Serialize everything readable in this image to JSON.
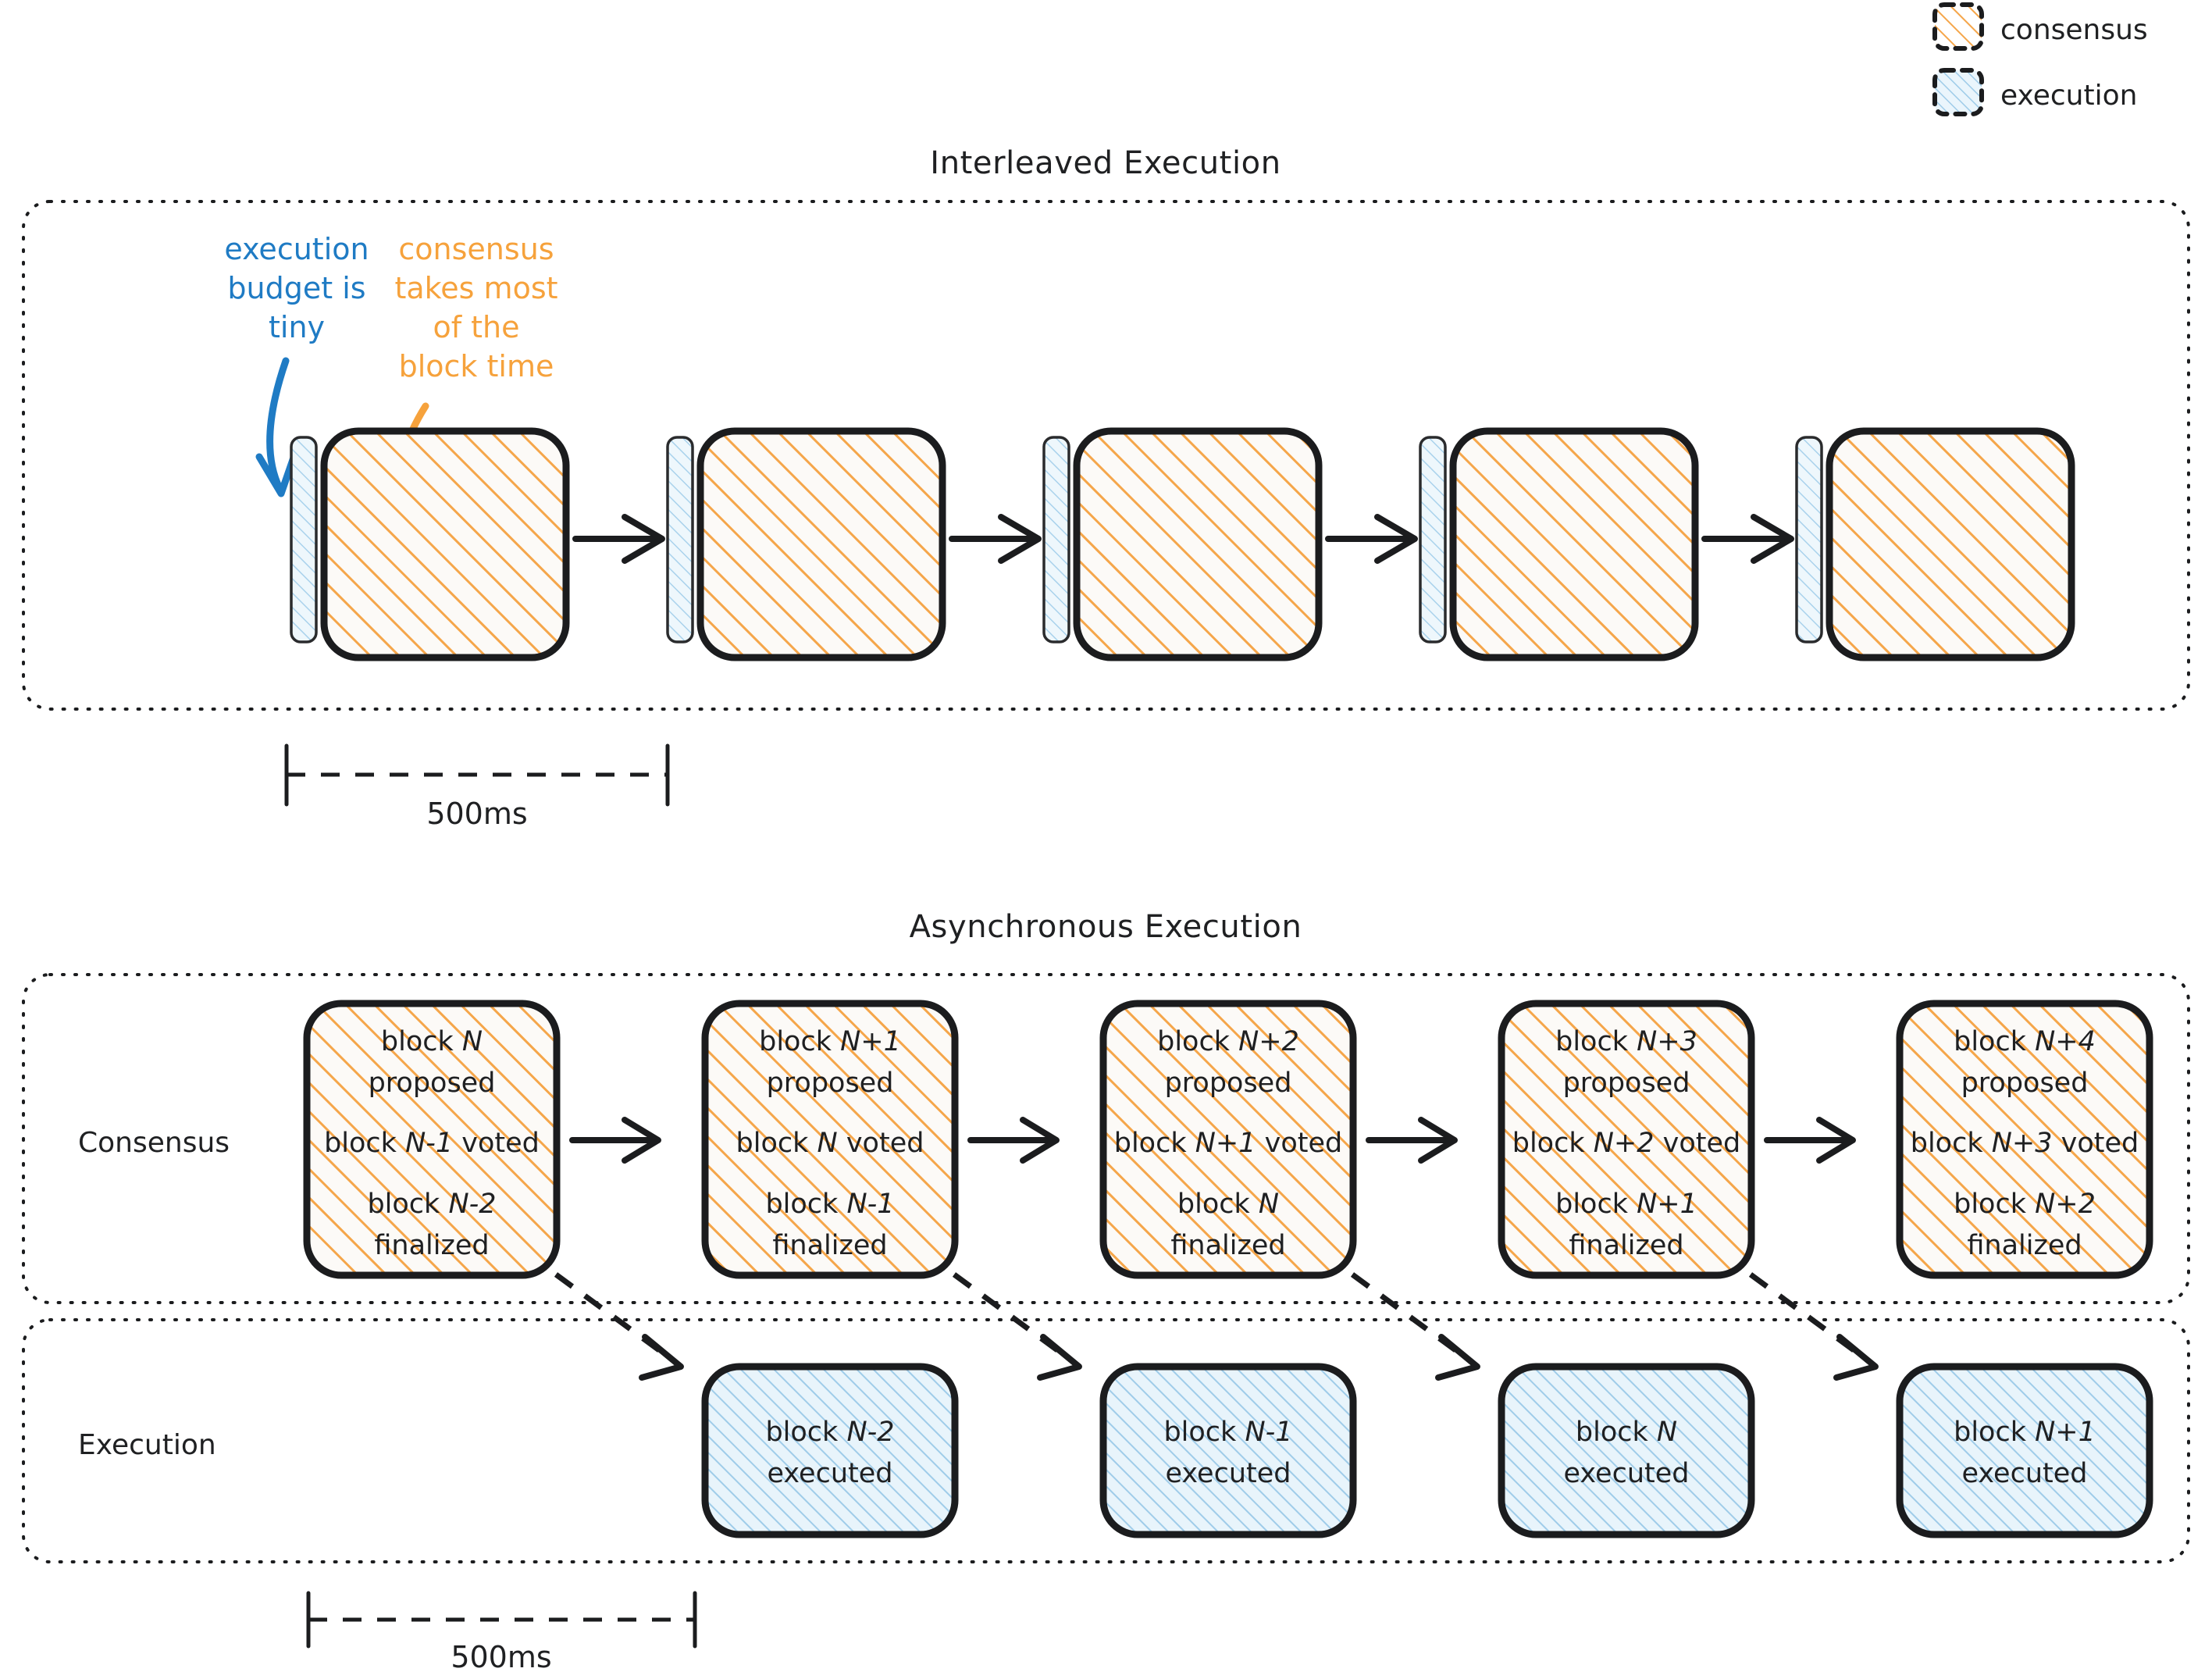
{
  "legend": {
    "items": [
      {
        "key": "consensus",
        "label": "consensus",
        "color": "#f5a64a",
        "fill": "#fdf6ee",
        "swatch": "consensus-swatch"
      },
      {
        "key": "execution",
        "label": "execution",
        "color": "#9fcce9",
        "fill": "#e8f4fb",
        "swatch": "execution-swatch"
      }
    ]
  },
  "colors": {
    "consensus_hatch": "#f5a64a",
    "consensus_fill": "#fcfaf7",
    "execution_hatch": "#9fcce9",
    "execution_fill": "#e8f4fb",
    "ink": "#1b1c1e",
    "annotation_blue": "#1f7bc4",
    "annotation_orange": "#f6a23c"
  },
  "panel_interleaved": {
    "title": "Interleaved Execution",
    "annotations": [
      {
        "name": "execution-budget-note",
        "color": "#1f7bc4",
        "lines": [
          "execution",
          "budget is",
          "tiny"
        ]
      },
      {
        "name": "consensus-time-note",
        "color": "#f6a23c",
        "lines": [
          "consensus",
          "takes most",
          "of the",
          "block time"
        ]
      }
    ],
    "slots": [
      {
        "execution": "execution-sliver",
        "consensus": "consensus-block"
      },
      {
        "execution": "execution-sliver",
        "consensus": "consensus-block"
      },
      {
        "execution": "execution-sliver",
        "consensus": "consensus-block"
      },
      {
        "execution": "execution-sliver",
        "consensus": "consensus-block"
      },
      {
        "execution": "execution-sliver",
        "consensus": "consensus-block"
      }
    ],
    "scale": {
      "label": "500ms"
    }
  },
  "panel_async": {
    "title": "Asynchronous Execution",
    "rows": [
      {
        "key": "consensus",
        "label": "Consensus"
      },
      {
        "key": "execution",
        "label": "Execution"
      }
    ],
    "consensus_blocks": [
      {
        "lines": [
          {
            "pre": "block ",
            "ital": "N",
            "post": ""
          },
          {
            "pre": "proposed",
            "ital": "",
            "post": ""
          },
          {
            "pre": "block ",
            "ital": "N-1",
            "post": " voted"
          },
          {
            "pre": "block ",
            "ital": "N-2",
            "post": ""
          },
          {
            "pre": "finalized",
            "ital": "",
            "post": ""
          }
        ]
      },
      {
        "lines": [
          {
            "pre": "block ",
            "ital": "N+1",
            "post": ""
          },
          {
            "pre": "proposed",
            "ital": "",
            "post": ""
          },
          {
            "pre": "block ",
            "ital": "N",
            "post": " voted"
          },
          {
            "pre": "block ",
            "ital": "N-1",
            "post": ""
          },
          {
            "pre": "finalized",
            "ital": "",
            "post": ""
          }
        ]
      },
      {
        "lines": [
          {
            "pre": "block ",
            "ital": "N+2",
            "post": ""
          },
          {
            "pre": "proposed",
            "ital": "",
            "post": ""
          },
          {
            "pre": "block ",
            "ital": "N+1",
            "post": " voted"
          },
          {
            "pre": "block ",
            "ital": "N",
            "post": ""
          },
          {
            "pre": "finalized",
            "ital": "",
            "post": ""
          }
        ]
      },
      {
        "lines": [
          {
            "pre": "block ",
            "ital": "N+3",
            "post": ""
          },
          {
            "pre": "proposed",
            "ital": "",
            "post": ""
          },
          {
            "pre": "block ",
            "ital": "N+2",
            "post": " voted"
          },
          {
            "pre": "block ",
            "ital": "N+1",
            "post": ""
          },
          {
            "pre": "finalized",
            "ital": "",
            "post": ""
          }
        ]
      },
      {
        "lines": [
          {
            "pre": "block ",
            "ital": "N+4",
            "post": ""
          },
          {
            "pre": "proposed",
            "ital": "",
            "post": ""
          },
          {
            "pre": "block ",
            "ital": "N+3",
            "post": " voted"
          },
          {
            "pre": "block ",
            "ital": "N+2",
            "post": ""
          },
          {
            "pre": "finalized",
            "ital": "",
            "post": ""
          }
        ]
      }
    ],
    "execution_blocks": [
      {
        "lines": [
          {
            "pre": "block ",
            "ital": "N-2",
            "post": ""
          },
          {
            "pre": "executed",
            "ital": "",
            "post": ""
          }
        ]
      },
      {
        "lines": [
          {
            "pre": "block ",
            "ital": "N-1",
            "post": ""
          },
          {
            "pre": "executed",
            "ital": "",
            "post": ""
          }
        ]
      },
      {
        "lines": [
          {
            "pre": "block ",
            "ital": "N",
            "post": ""
          },
          {
            "pre": "executed",
            "ital": "",
            "post": ""
          }
        ]
      },
      {
        "lines": [
          {
            "pre": "block ",
            "ital": "N+1",
            "post": ""
          },
          {
            "pre": "executed",
            "ital": "",
            "post": ""
          }
        ]
      }
    ],
    "scale": {
      "label": "500ms"
    }
  }
}
